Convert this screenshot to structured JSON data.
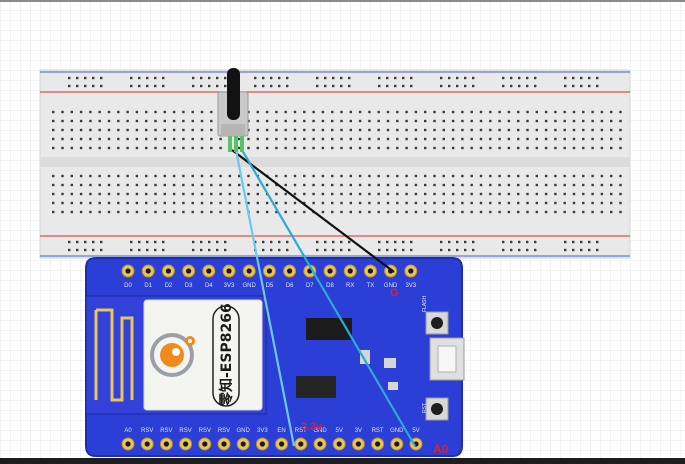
{
  "colors": {
    "grid_line": "#e6e9ee",
    "breadboard": "#e9e9e9",
    "rail_red": "#d9534f",
    "rail_blue": "#5b7fd6",
    "board": "#2b3ed6",
    "board_edge": "#1f2ea8",
    "pin_pad": "#e8c45a",
    "wire_black": "#111111",
    "wire_cyan": "#2aa9dc",
    "wire_lightblue": "#6cc8ee",
    "label_red": "#d0243c",
    "pot_knob": "#121212",
    "pot_body": "#c9c9c9",
    "pot_leg": "#58c26b"
  },
  "board": {
    "chip_label": "零知-ESP8266",
    "flash_label": "FLASH",
    "rst_label": "RST",
    "top_pins": [
      "D0",
      "D1",
      "D2",
      "D3",
      "D4",
      "3V3",
      "GND",
      "D5",
      "D6",
      "D7",
      "D8",
      "RX",
      "TX",
      "GND",
      "3V3"
    ],
    "bottom_pins": [
      "A0",
      "RSV",
      "RSV",
      "RSV",
      "RSV",
      "RSV",
      "GND",
      "3V3",
      "EN",
      "RST",
      "GND",
      "5V",
      "3V",
      "RST",
      "GND",
      "5V"
    ]
  },
  "annotations": {
    "gnd_label": "G",
    "vcc_label": "3.3v",
    "analog_label": "A0"
  },
  "icons": {
    "antenna": "pcb-antenna-icon",
    "logo": "lingzhi-logo-icon",
    "usb": "micro-usb-port-icon",
    "potentiometer": "potentiometer-icon"
  }
}
